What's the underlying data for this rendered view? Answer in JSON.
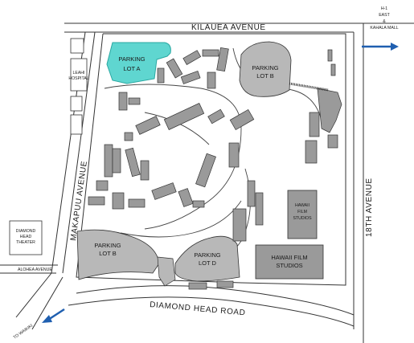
{
  "map": {
    "streets": {
      "kilauea": "KILAUEA AVENUE",
      "makapuu": "MAKAPUU AVENUE",
      "eighteenth": "18TH AVENUE",
      "diamond_head_road": "DIAMOND HEAD ROAD",
      "alohea": "ALOHEA AVENUE"
    },
    "directions": {
      "east_line1": "H-1",
      "east_line2": "EAST",
      "east_line3": "&",
      "east_line4": "KAHALA MALL",
      "waikiki": "TO WAIKIKI"
    },
    "parking": {
      "lot_a_line1": "PARKING",
      "lot_a_line2": "LOT A",
      "lot_b_top_line1": "PARKING",
      "lot_b_top_line2": "LOT B",
      "lot_b_bottom_line1": "PARKING",
      "lot_b_bottom_line2": "LOT B",
      "lot_d_line1": "PARKING",
      "lot_d_line2": "LOT D"
    },
    "buildings": {
      "leahi_line1": "LEAHI",
      "leahi_line2": "HOSPITAL",
      "theater_line1": "DIAMOND",
      "theater_line2": "HEAD",
      "theater_line3": "THEATER",
      "studio1_line1": "HAWAII",
      "studio1_line2": "FILM",
      "studio1_line3": "STUDIOS",
      "studio2_line1": "HAWAII FILM",
      "studio2_line2": "STUDIOS"
    },
    "colors": {
      "highlight": "#5fd6d0",
      "building": "#9a9a9a",
      "lot": "#b8b8b8",
      "arrow": "#1f5fb0"
    }
  }
}
